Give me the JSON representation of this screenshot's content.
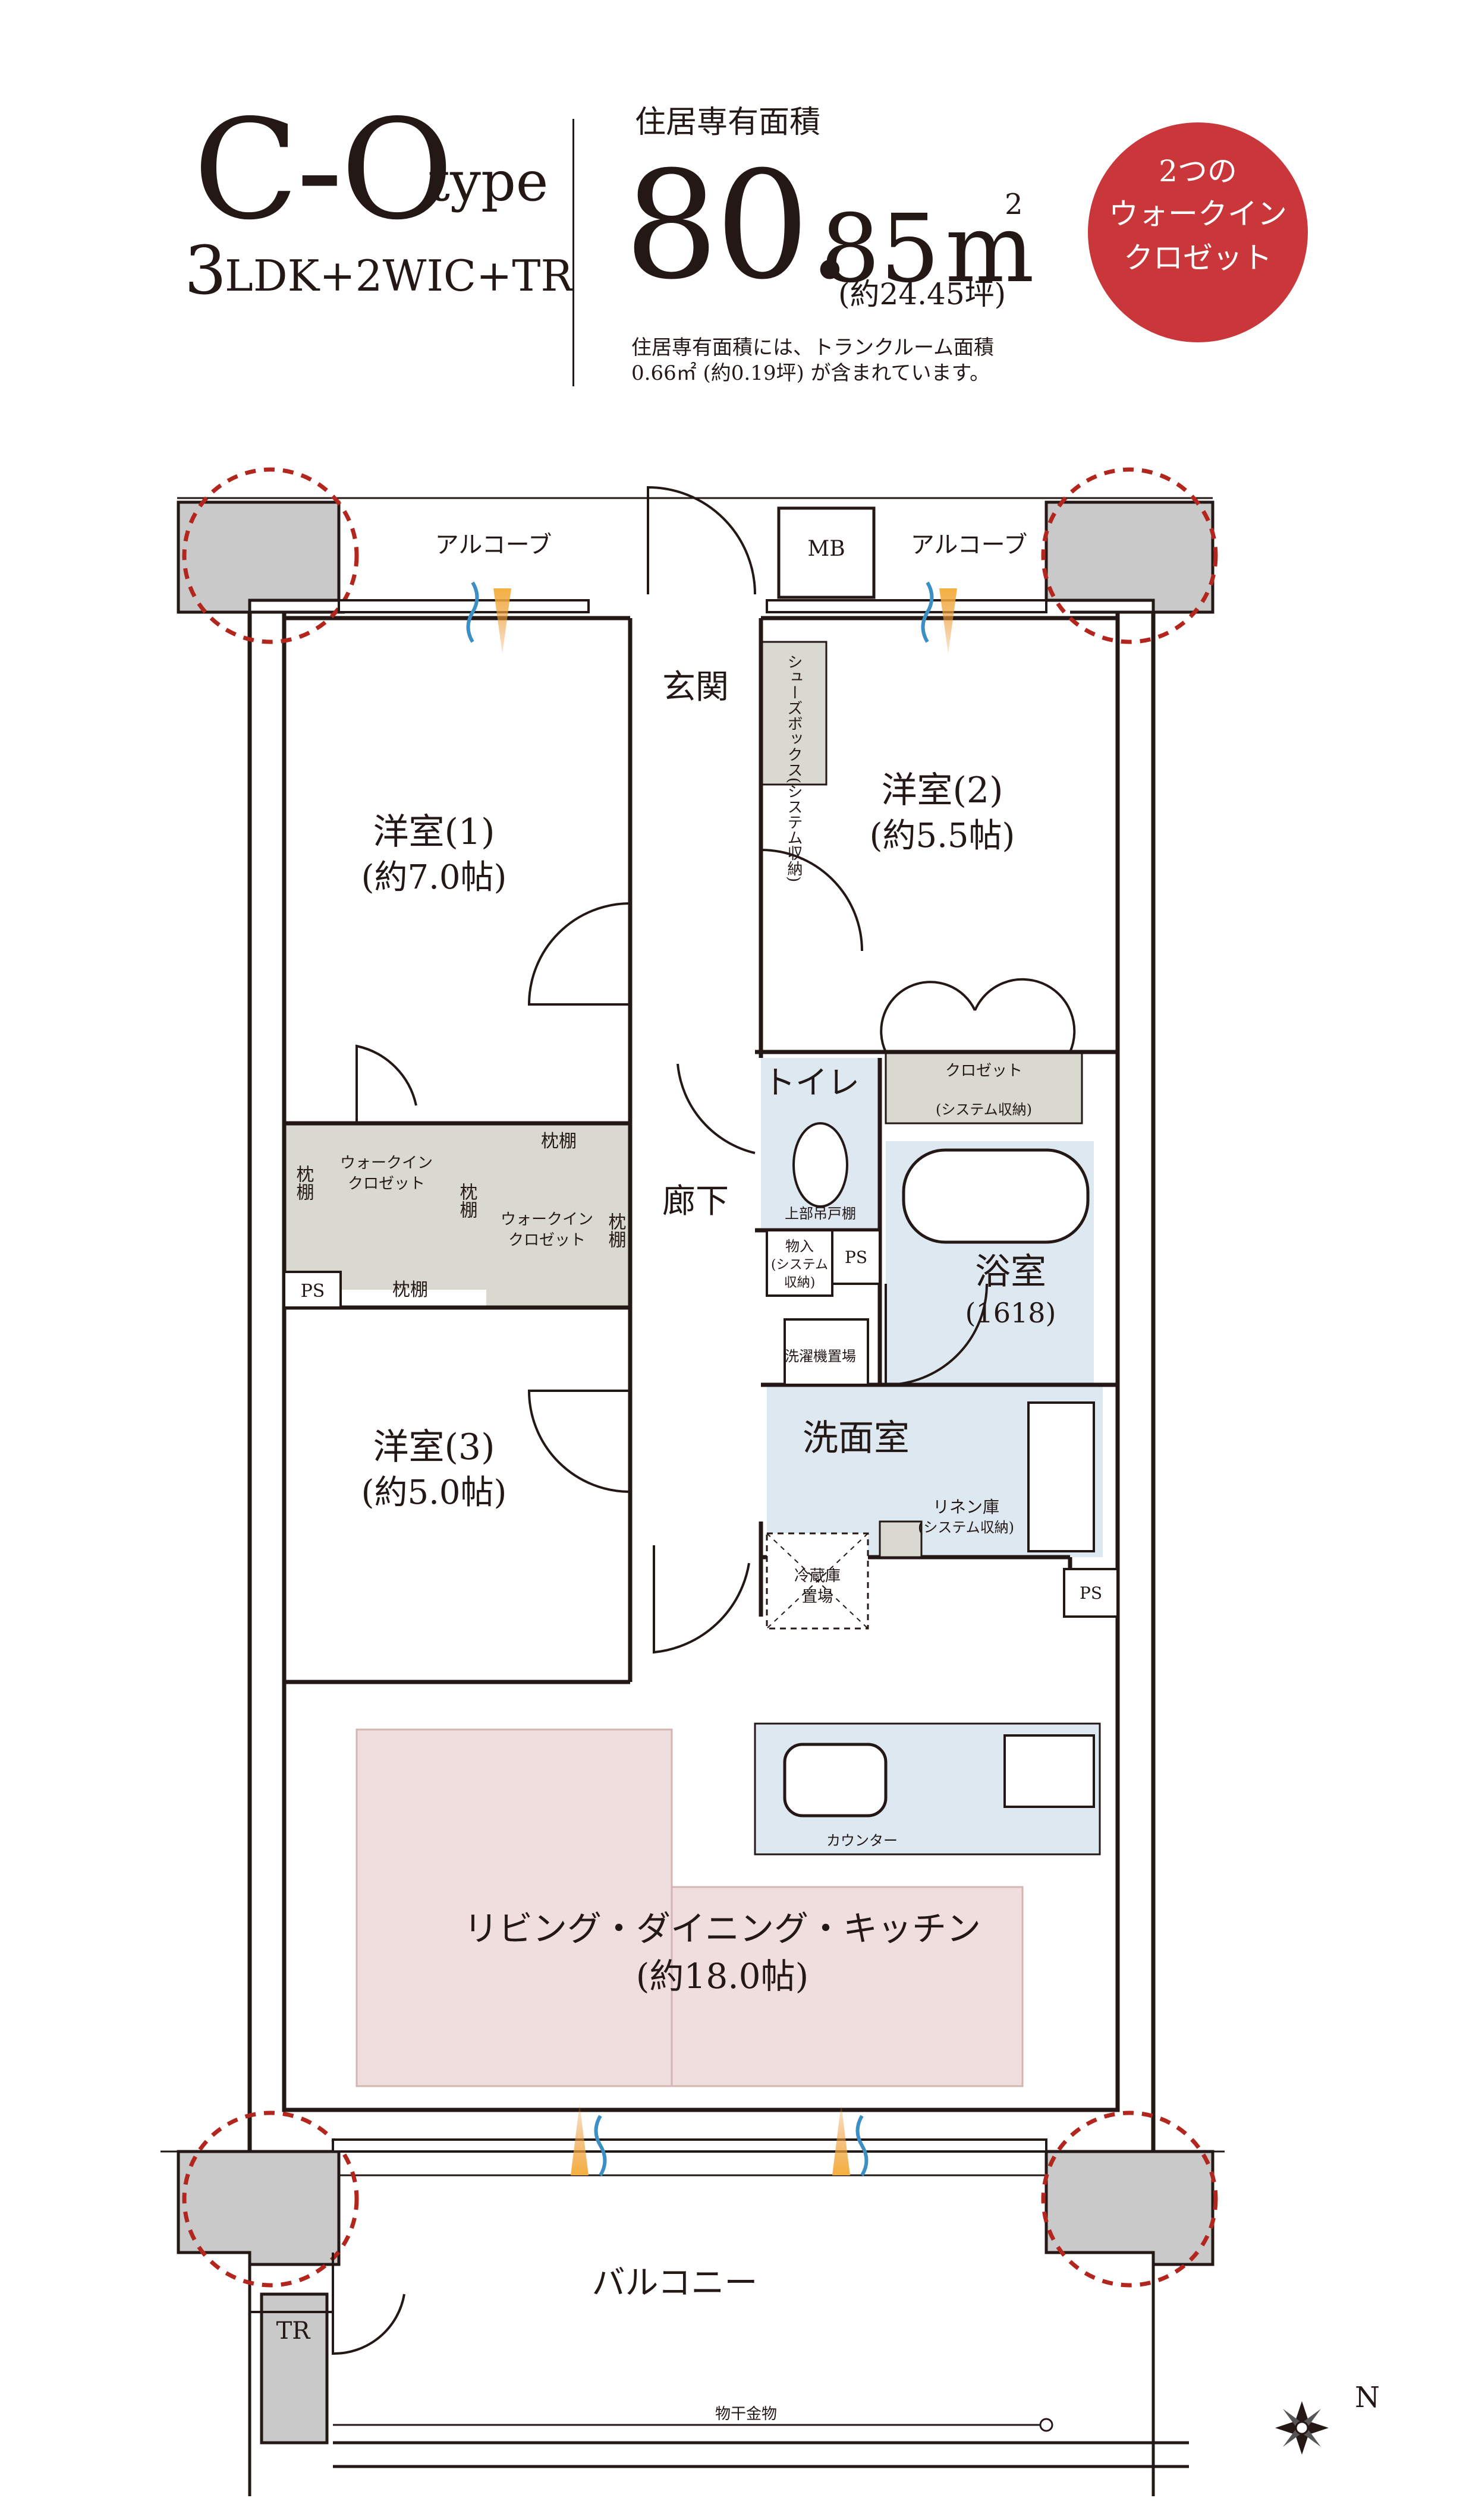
{
  "header": {
    "type_code": "C-O",
    "type_word": "type",
    "layout_num": "3",
    "layout_rest": "LDK+2WIC+TR",
    "area_label": "住居専有面積",
    "area_int": "80.",
    "area_dec": "85",
    "area_unit": "m",
    "area_sup": "2",
    "area_tsubo": "(約24.45坪)",
    "note_line1": "住居専有面積には、トランクルーム面積",
    "note_line2": "0.66㎡ (約0.19坪) が含まれています。",
    "badge_line1": "2つの",
    "badge_line2": "ウォークイン",
    "badge_line3": "クロゼット"
  },
  "rooms": {
    "alcove_left": "アルコーブ",
    "alcove_right": "アルコーブ",
    "mb": "MB",
    "entrance": "玄関",
    "shoebox": "シューズボックス(システム収納)",
    "room1_name": "洋室(1)",
    "room1_size": "(約7.0帖)",
    "room2_name": "洋室(2)",
    "room2_size": "(約5.5帖)",
    "room3_name": "洋室(3)",
    "room3_size": "(約5.0帖)",
    "wic1_line1": "ウォークイン",
    "wic1_line2": "クロゼット",
    "wic2_line1": "ウォークイン",
    "wic2_line2": "クロゼット",
    "shelf_top": "枕棚",
    "shelf_bottom": "枕棚",
    "shelf_left": "枕棚",
    "shelf_mid": "枕棚",
    "shelf_right": "枕棚",
    "ps_left": "PS",
    "corridor": "廊下",
    "toilet": "トイレ",
    "toilet_cabinet": "上部吊戸棚",
    "storage_line1": "物入",
    "storage_line2": "(システム",
    "storage_line3": "収納)",
    "ps_mid": "PS",
    "closet_line1": "クロゼット",
    "closet_line2": "(システム収納)",
    "bath_name": "浴室",
    "bath_size": "(1618)",
    "washer": "洗濯機置場",
    "washroom": "洗面室",
    "linen_line1": "リネン庫",
    "linen_line2": "(システム収納)",
    "fridge_line1": "冷蔵庫",
    "fridge_line2": "置場",
    "ps_right": "PS",
    "counter": "カウンター",
    "ldk_name": "リビング・ダイニング・キッチン",
    "ldk_size": "(約18.0帖)",
    "balcony": "バルコニー",
    "tr": "TR",
    "laundry_pole": "物干金物",
    "north": "N"
  },
  "colors": {
    "wall": "#231815",
    "pillar": "#c9c9c9",
    "storage": "#d9d9cf",
    "wet_area": "#dde8f1",
    "ldk_highlight": "#efdedd",
    "badge": "#c9373a",
    "circle": "#b3261e",
    "airflow_orange": "#e8892a",
    "airflow_blue": "#3b8fc4"
  }
}
